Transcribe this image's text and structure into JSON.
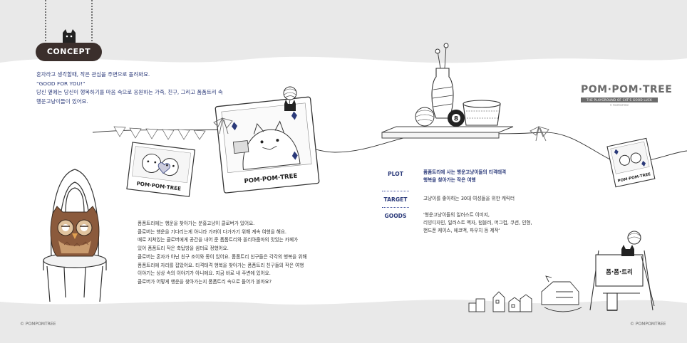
{
  "concept_label": "CONCEPT",
  "intro": {
    "line1": "혼자라고 생각할때, 작은 관심을 주변으로 돌려봐요.",
    "line2": "“GOOD FOR YOU!”",
    "line3": "당신 옆에는 당신이 행복하기를  마음 속으로 응원하는  가족, 친구, 그리고 폼폼트리 속",
    "line4": "행운고냥이들이 있어요."
  },
  "story": [
    "폼폼트리에는 행운을 찾아가는 분홍고냥이 클로버가 있어요.",
    "클로버는 행운을 기다리는게 아니라 가까이 다가가기 위해 계속 여행을 해요.",
    "때로 지쳐있는 클로버에게 공간을 내어 준 폼폼트리와 올리아줌마의 맛있는 카페가",
    "있어 폼폼트리 작은 축탑방을 쉼터로 정했어요.",
    "클로버는 혼자가 아닌 친구 조이와 몽이 있어요. 폼폼트리 친구들은 각각의 행복을 위해",
    "폼폼트리에 자리를 잡았어요. 티격태격 행복을 찾아가는 폼폼트리 친구들의 작은 여행",
    "이야기는 상상 속의 이야기가 아니에요. 지금 바로 내 주변에 있어요.",
    "클로버가 어떻게 행운을 찾아가는지 폼폼트리 속으로 들어가 볼까요?"
  ],
  "info": {
    "plot_label": "PLOT",
    "plot_line1": "폼폼트리에 사는 행운고냥이들의 티격태격",
    "plot_line2": "행복을 찾아가는 작은 여행",
    "target_label": "TARGET",
    "target_value": "고냥이를 좋아하는 30대 여성들을 위한 캐릭터",
    "goods_label": "GOODS",
    "goods_line1": "'형운고냥이들의 일러스트 이미지,",
    "goods_line2": "리빙디자인, 일러스트 엑자, 텀블러, 머그컵, 쿠션, 인형,",
    "goods_line3": "핸드폰 케이스, 에코백, 파우치 등 제작'"
  },
  "brand": {
    "title": "POM·POM·TREE",
    "subtitle": "THE PLAYGROUND OF CAT'S GOOD LUCK",
    "small": "© POMPOMTREE"
  },
  "polaroid_logo": "POM·POM·TREE",
  "sign_text": "폼·폼·트리",
  "copyright_left": "© POMPOMTREE",
  "copyright_right": "© POMPOMTREE",
  "colors": {
    "background": "#e9e9e9",
    "wave": "#ffffff",
    "accent_navy": "#2b3a7a",
    "concept_pill": "#3b2f2c",
    "owl_brown": "#8b5a3c"
  }
}
